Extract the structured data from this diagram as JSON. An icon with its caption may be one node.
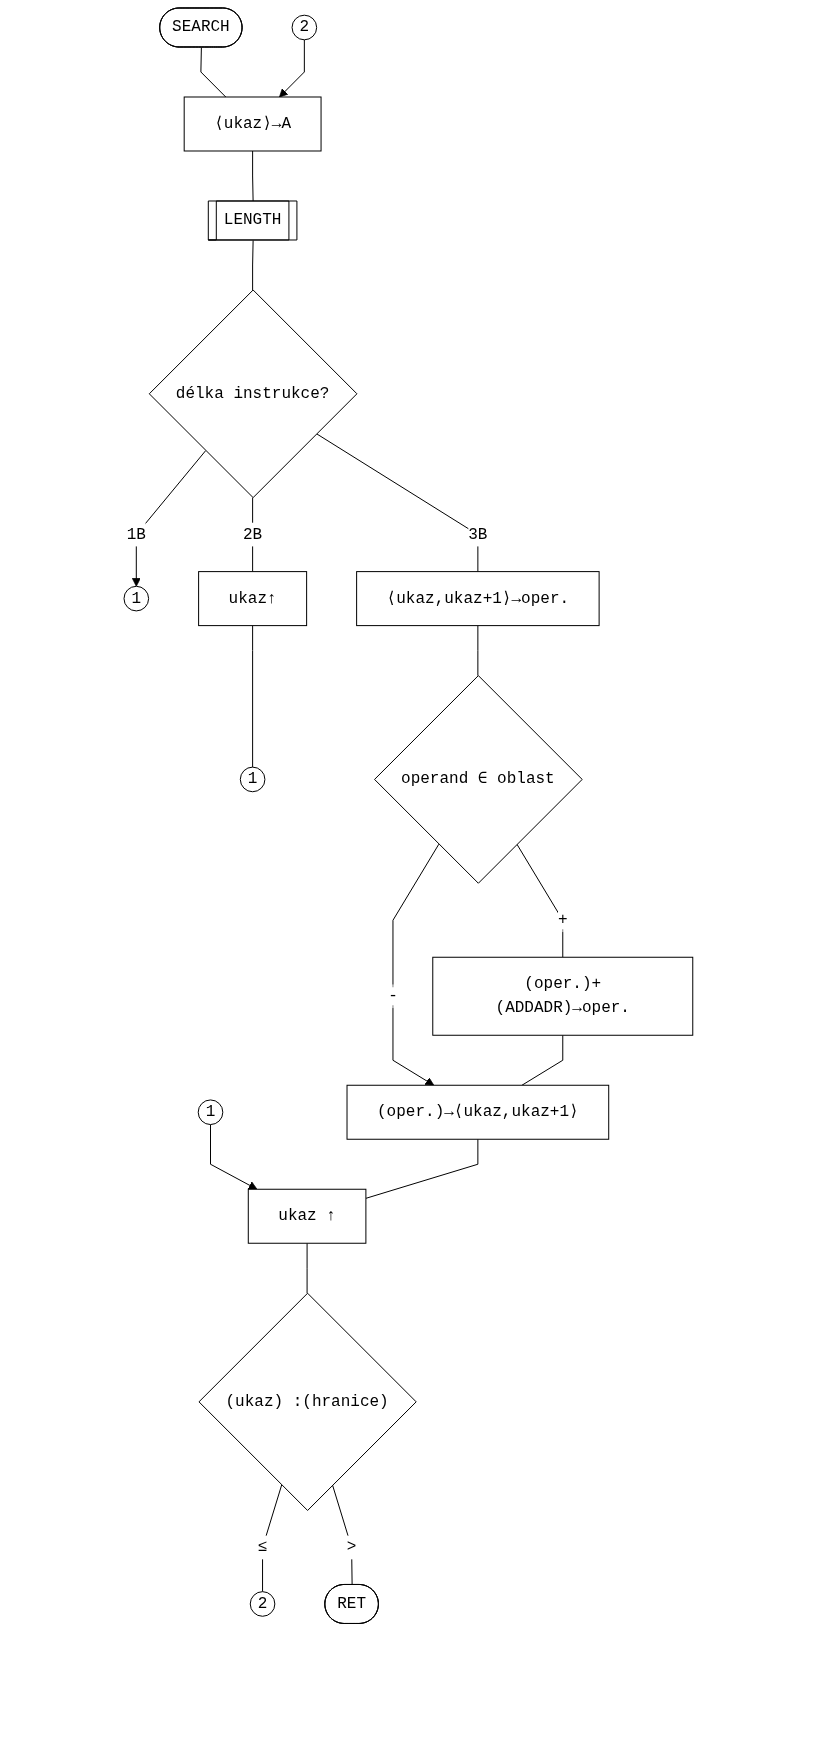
{
  "diagram": {
    "nodes": [
      {
        "text": [
          "SEARCH"
        ]
      },
      {
        "text": [
          "2"
        ]
      },
      {
        "text": [
          "⟨ukaz⟩→A"
        ]
      },
      {
        "text": [
          "LENGTH"
        ]
      },
      {
        "text": [
          "délka instrukce?"
        ]
      },
      {
        "text": [
          "1"
        ]
      },
      {
        "text": [
          "⟨ukaz,ukaz+1⟩→oper."
        ]
      },
      {
        "text": [
          "ukaz↑"
        ]
      },
      {
        "text": [
          "1"
        ]
      },
      {
        "text": [
          "operand ∈ oblast"
        ]
      },
      {
        "text": [
          "(oper.)+(ADDADR)→oper."
        ]
      },
      {
        "text": [
          "(oper.)→⟨ukaz,ukaz+1⟩"
        ]
      },
      {
        "text": [
          "1"
        ]
      },
      {
        "text": [
          "ukaz ↑"
        ]
      },
      {
        "text": [
          "(ukaz) :(hranice)"
        ]
      },
      {
        "text": [
          "2"
        ]
      },
      {
        "text": [
          "RET"
        ]
      }
    ],
    "edges": [
      {
        "from": 0,
        "to": 2,
        "arrow": "none"
      },
      {
        "from": 1,
        "to": 2,
        "arrow": "to"
      },
      {
        "from": 2,
        "to": 3,
        "arrow": "none"
      },
      {
        "from": 3,
        "to": 4,
        "arrow": "none"
      },
      {
        "from": 4,
        "to": 5,
        "arrow": "to",
        "label": "1B"
      },
      {
        "from": 4,
        "to": 7,
        "arrow": "none",
        "label": "2B"
      },
      {
        "from": 4,
        "to": 6,
        "arrow": "none",
        "label": "3B"
      },
      {
        "from": 7,
        "to": 8,
        "arrow": "none"
      },
      {
        "from": 6,
        "to": 9,
        "arrow": "none"
      },
      {
        "from": 9,
        "to": 10,
        "arrow": "none",
        "label": "+"
      },
      {
        "from": 9,
        "to": 11,
        "arrow": "to",
        "label": "-"
      },
      {
        "from": 10,
        "to": 11,
        "arrow": "none"
      },
      {
        "from": 12,
        "to": 13,
        "arrow": "to"
      },
      {
        "from": 11,
        "to": 13,
        "arrow": "none"
      },
      {
        "from": 13,
        "to": 14,
        "arrow": "none"
      },
      {
        "from": 14,
        "to": 15,
        "arrow": "none",
        "label": "≤"
      },
      {
        "from": 14,
        "to": 16,
        "arrow": "none",
        "label": ">"
      }
    ]
  }
}
